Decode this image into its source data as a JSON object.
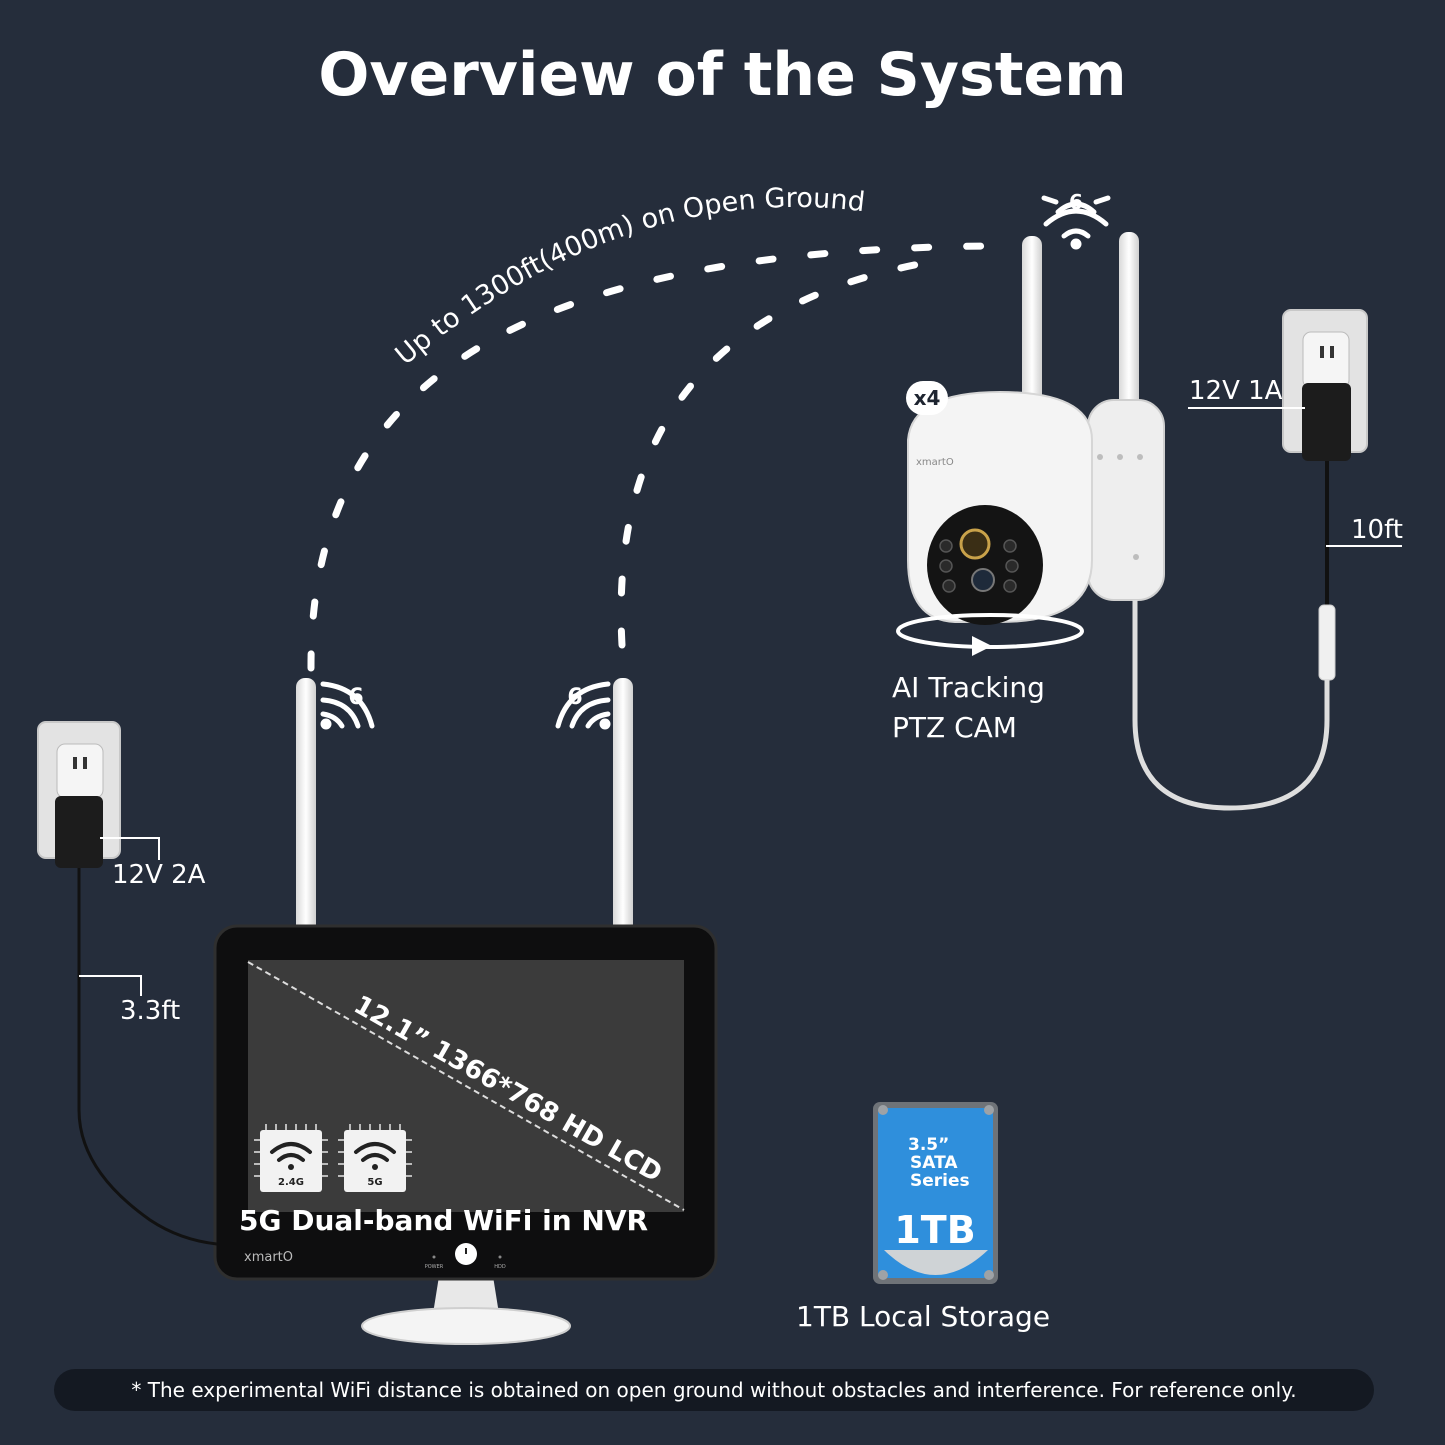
{
  "title": "Overview of the System",
  "range_label": "Up to 1300ft(400m) on Open Ground",
  "camera": {
    "count": "x4",
    "label_line1": "AI Tracking",
    "label_line2": "PTZ CAM",
    "brand": "xmartO",
    "adapter_rating": "12V 1A",
    "cable_length": "10ft"
  },
  "nvr": {
    "adapter_rating": "12V 2A",
    "cable_length": "3.3ft",
    "screen_spec": "12.1” 1366*768 HD LCD",
    "wifi_chip_1": "2.4G",
    "wifi_chip_2": "5G",
    "label": "5G Dual-band WiFi in NVR",
    "brand": "xmartO",
    "power_label": "POWER",
    "hdd_label": "HDD"
  },
  "wifi_badge": "6",
  "storage": {
    "hdd_line1": "3.5”",
    "hdd_line2": "SATA",
    "hdd_line3": "Series",
    "capacity": "1TB",
    "label": "1TB Local Storage"
  },
  "footnote": "* The experimental WiFi distance is obtained on open ground without obstacles and interference. For reference only.",
  "colors": {
    "background": "#252d3b",
    "footnote_bar": "#141922",
    "device_white": "#f2f2f2",
    "hdd_blue": "#2f8fdc"
  }
}
